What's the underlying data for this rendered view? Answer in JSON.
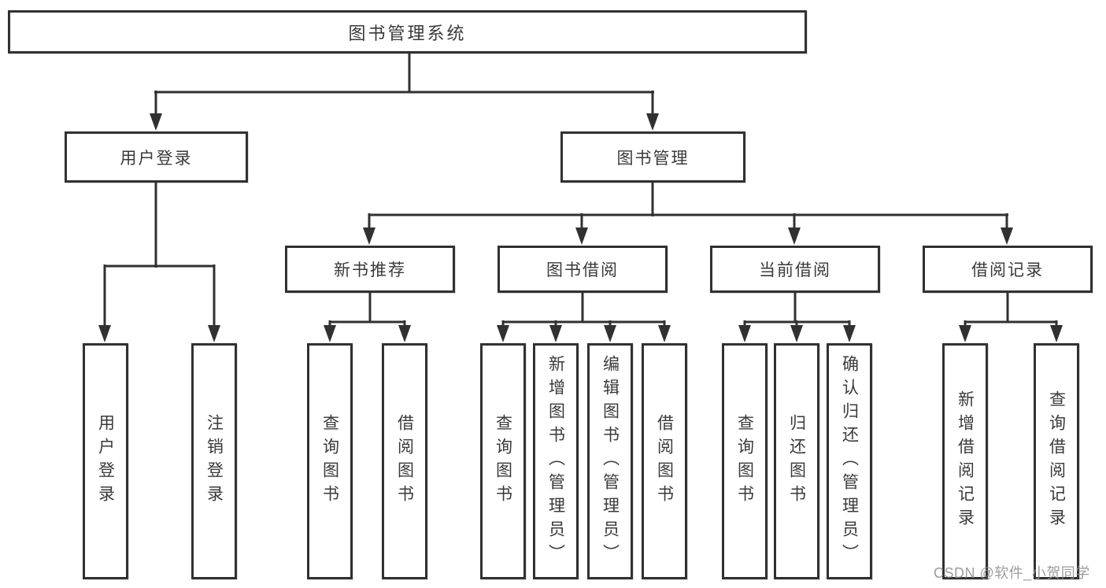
{
  "tree": {
    "label": "图书管理系统",
    "children": [
      {
        "label": "用户登录",
        "children": [
          {
            "label": "用户登录"
          },
          {
            "label": "注销登录"
          }
        ]
      },
      {
        "label": "图书管理",
        "children": [
          {
            "label": "新书推荐",
            "children": [
              {
                "label": "查询图书"
              },
              {
                "label": "借阅图书"
              }
            ]
          },
          {
            "label": "图书借阅",
            "children": [
              {
                "label": "查询图书"
              },
              {
                "label": "新增图书（管理员）"
              },
              {
                "label": "编辑图书（管理员）"
              },
              {
                "label": "借阅图书"
              }
            ]
          },
          {
            "label": "当前借阅",
            "children": [
              {
                "label": "查询图书"
              },
              {
                "label": "归还图书"
              },
              {
                "label": "确认归还（管理员）"
              }
            ]
          },
          {
            "label": "借阅记录",
            "children": [
              {
                "label": "新增借阅记录"
              },
              {
                "label": "查询借阅记录"
              }
            ]
          }
        ]
      }
    ]
  },
  "watermark": {
    "text": "CSDN @软件_小贺同学",
    "color": "#8e8e8e"
  },
  "colors": {
    "line": "#313131",
    "text": "#3a3a3a",
    "background": "#ffffff"
  }
}
